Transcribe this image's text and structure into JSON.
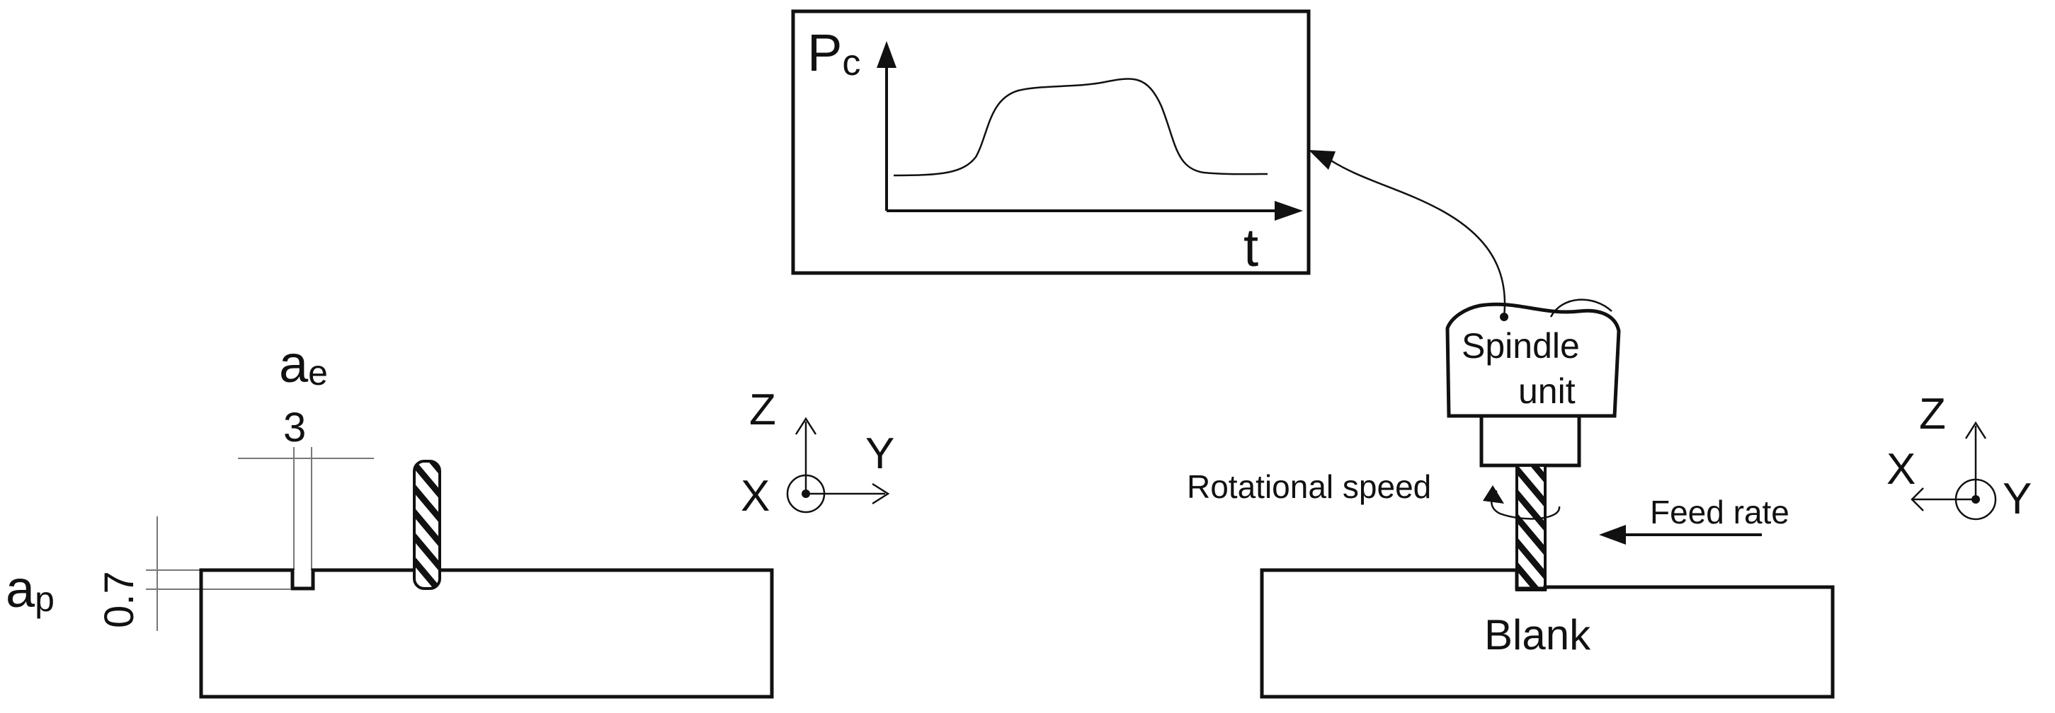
{
  "graph": {
    "y_label_main": "P",
    "y_label_sub": "c",
    "x_label": "t"
  },
  "left_view": {
    "ae_main": "a",
    "ae_sub": "e",
    "ae_value": "3",
    "ap_main": "a",
    "ap_sub": "p",
    "ap_value": "0.7",
    "axes": {
      "z": "Z",
      "y": "Y",
      "x": "X"
    }
  },
  "right_view": {
    "spindle_line1": "Spindle",
    "spindle_line2": "unit",
    "rotational_speed": "Rotational speed",
    "feed_rate": "Feed rate",
    "blank": "Blank",
    "axes": {
      "z": "Z",
      "x": "X",
      "y": "Y"
    }
  }
}
